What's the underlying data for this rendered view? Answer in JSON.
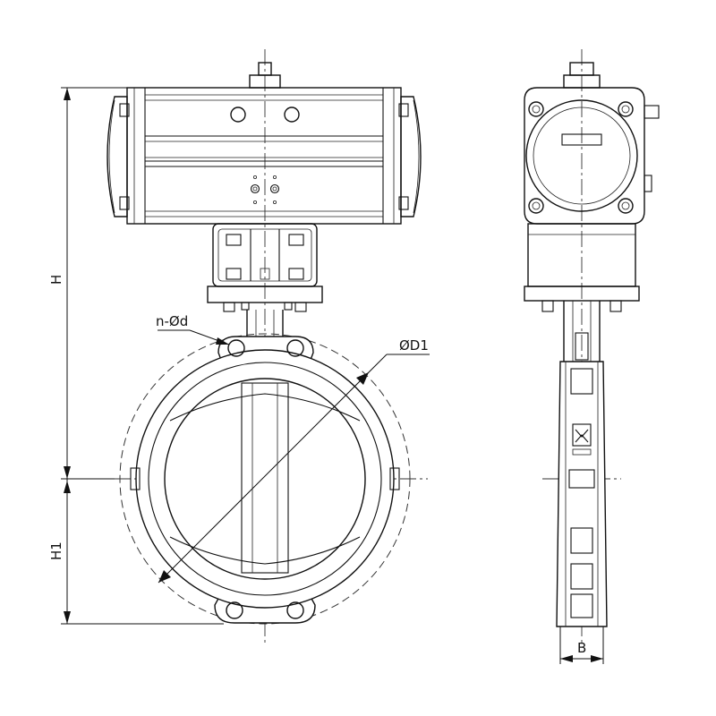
{
  "labels": {
    "height_total": "H",
    "height_lower": "H1",
    "bolt_holes": "n-Ød",
    "flange_diameter": "ØD1",
    "body_width": "B"
  }
}
